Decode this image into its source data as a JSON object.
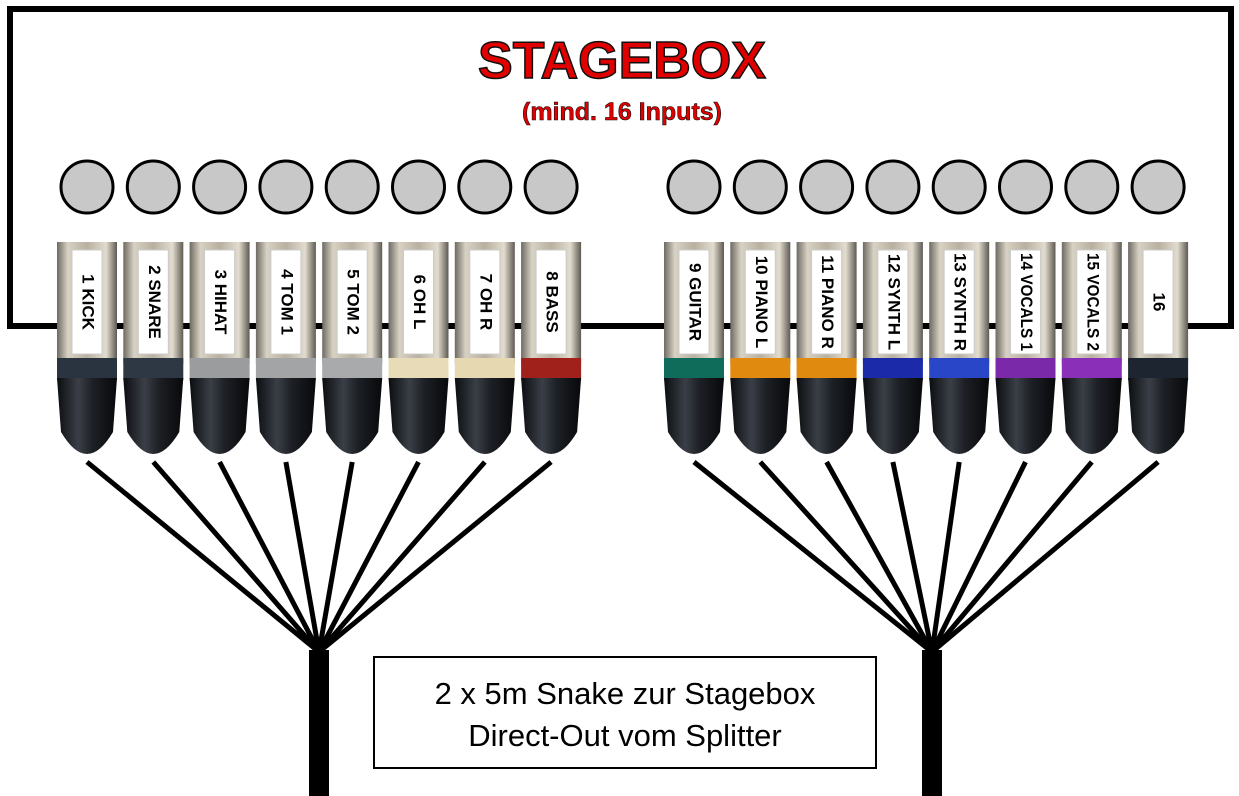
{
  "stagebox": {
    "title": "STAGEBOX",
    "subtitle": "(mind. 16 Inputs)",
    "title_color": "#e00000"
  },
  "connector_groups": [
    {
      "name": "left",
      "channels": [
        {
          "label": "1 KICK",
          "band_color": "#2a3440"
        },
        {
          "label": "2 SNARE",
          "band_color": "#2e3845"
        },
        {
          "label": "3 HIHAT",
          "band_color": "#9a9c9e"
        },
        {
          "label": "4 TOM 1",
          "band_color": "#a2a4a6"
        },
        {
          "label": "5 TOM 2",
          "band_color": "#a8aaac"
        },
        {
          "label": "6 OH L",
          "band_color": "#e8dcb8"
        },
        {
          "label": "7 OH R",
          "band_color": "#e6d8b0"
        },
        {
          "label": "8 BASS",
          "band_color": "#a0201c"
        }
      ]
    },
    {
      "name": "right",
      "channels": [
        {
          "label": "9 GUITAR",
          "band_color": "#0f6b5a"
        },
        {
          "label": "10 PIANO L",
          "band_color": "#e08a10"
        },
        {
          "label": "11 PIANO R",
          "band_color": "#e08a10"
        },
        {
          "label": "12 SYNTH L",
          "band_color": "#1a2aa8"
        },
        {
          "label": "13 SYNTH R",
          "band_color": "#2a46c8"
        },
        {
          "label": "14 VOCALS 1",
          "band_color": "#7a2aa8"
        },
        {
          "label": "15 VOCALS 2",
          "band_color": "#8a30b8"
        },
        {
          "label": "16",
          "band_color": "#1d2630"
        }
      ]
    }
  ],
  "note": {
    "line1": "2 x 5m Snake zur Stagebox",
    "line2": "Direct-Out vom Splitter"
  },
  "colors": {
    "socket_fill": "#c8c8c8",
    "outline": "#000000",
    "connector_metal": "#b5ad9e",
    "connector_boot": "#1c1f24"
  }
}
